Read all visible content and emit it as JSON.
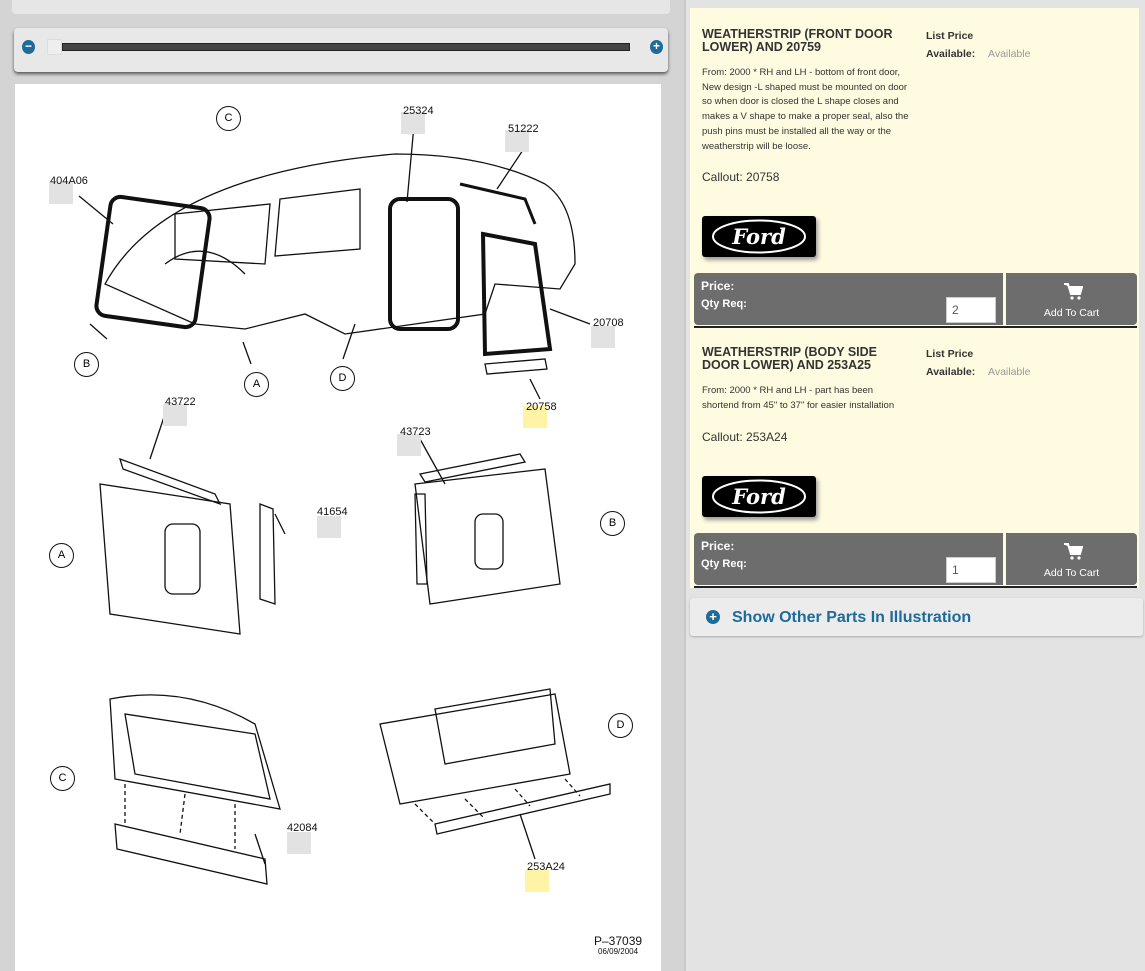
{
  "zoom": {
    "minus_icon": "minus-circle-icon",
    "plus_icon": "plus-circle-icon",
    "level": 0.0
  },
  "illustration": {
    "callouts": [
      "C",
      "25324",
      "51222",
      "404A06",
      "B",
      "A",
      "D",
      "20708",
      "20758",
      "43722",
      "43723",
      "41654",
      "A",
      "B",
      "C",
      "D",
      "42084",
      "253A24"
    ],
    "highlighted": [
      "20758",
      "253A24"
    ],
    "figure_id": "P–37039",
    "figure_date": "06/09/2004"
  },
  "parts": [
    {
      "title": "WEATHERSTRIP (FRONT DOOR LOWER) AND 20759",
      "description": "From: 2000 * RH and LH - bottom of front door, New design -L shaped must be mounted on door so when door is closed the L shape closes and makes a V shape to make a proper seal, also the push pins must be installed all the way or the weatherstrip will be loose.",
      "callout": "Callout: 20758",
      "list_price_label": "List Price",
      "available_label": "Available:",
      "available_value": "Available",
      "brand": "Ford",
      "price_label": "Price:",
      "qty_label": "Qty Req:",
      "qty": "2",
      "add_to_cart": "Add To Cart"
    },
    {
      "title": "WEATHERSTRIP (BODY SIDE DOOR LOWER) AND 253A25",
      "description": "From: 2000 * RH and LH - part has been shortend from 45\" to 37\" for easier installation",
      "callout": "Callout: 253A24",
      "list_price_label": "List Price",
      "available_label": "Available:",
      "available_value": "Available",
      "brand": "Ford",
      "price_label": "Price:",
      "qty_label": "Qty Req:",
      "qty": "1",
      "add_to_cart": "Add To Cart"
    }
  ],
  "show_other": {
    "label": "Show Other Parts In Illustration",
    "icon": "plus-circle-icon"
  },
  "colors": {
    "accent": "#1d6b99",
    "part_bg": "#fffbe0",
    "buy_bar": "#6d6d6d",
    "highlight": "#fff3a6"
  }
}
